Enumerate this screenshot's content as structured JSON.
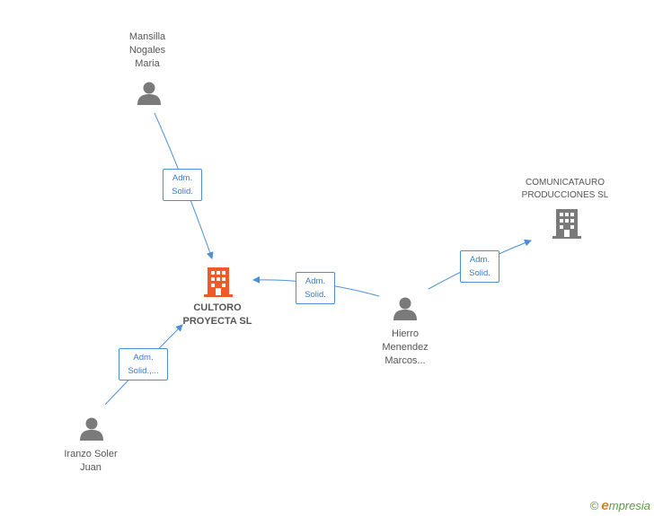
{
  "nodes": {
    "mansilla": {
      "lines": [
        "Mansilla",
        "Nogales",
        "Maria"
      ]
    },
    "iranzo": {
      "lines": [
        "Iranzo Soler",
        "Juan"
      ]
    },
    "hierro": {
      "lines": [
        "Hierro",
        "Menendez",
        "Marcos..."
      ]
    },
    "cultoro": {
      "lines": [
        "CULTORO",
        "PROYECTA SL"
      ]
    },
    "comunicatauro": {
      "lines": [
        "COMUNICATAURO",
        "PRODUCCIONES SL"
      ]
    }
  },
  "edges": {
    "mansilla_cultoro": [
      "Adm.",
      "Solid."
    ],
    "iranzo_cultoro": [
      "Adm.",
      "Solid.,..."
    ],
    "hierro_cultoro": [
      "Adm.",
      "Solid."
    ],
    "hierro_comunicatauro": [
      "Adm.",
      "Solid."
    ]
  },
  "footer": {
    "copyright": "©",
    "brand_initial": "e",
    "brand_rest": "mpresia"
  },
  "colors": {
    "edge": "#4a90d9",
    "person_icon": "#7a7a7a",
    "focus_company_icon": "#f05a28",
    "company_icon": "#7a7a7a"
  }
}
